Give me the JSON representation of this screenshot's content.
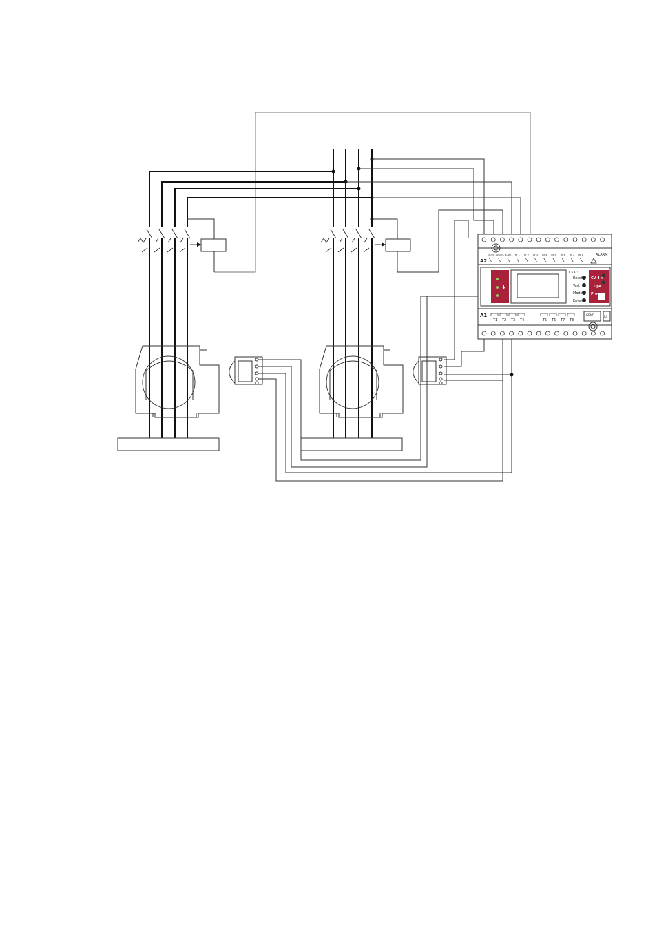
{
  "device": {
    "top_left_block": [
      "A2"
    ],
    "top_terminal_labels": [
      "TR/ZC 1",
      "TR/ZC 2",
      "Com",
      "Rr 1",
      "Rr 2",
      "Rr 3",
      "Rr 4",
      "Rr 5",
      "Rr 6",
      "Rr 7",
      "Rr 8"
    ],
    "alarm_label": "ALARM",
    "panel_brand": "CKK-3",
    "button_labels": [
      "Reset",
      "Test",
      "Mode",
      "Enter"
    ],
    "right_panel_labels": [
      "CV-4-4",
      "Ope",
      "Prog"
    ],
    "bottom_left_block": "A1",
    "bottom_terminal_labels": [
      "T1",
      "T2",
      "T3",
      "T4",
      "T5",
      "T6",
      "T7",
      "T8"
    ],
    "bottom_right_labels": [
      "GRND",
      "RS"
    ]
  },
  "colors": {
    "panel_red": "#a8233a",
    "wire": "#111111",
    "wire_thin": "#333333"
  }
}
